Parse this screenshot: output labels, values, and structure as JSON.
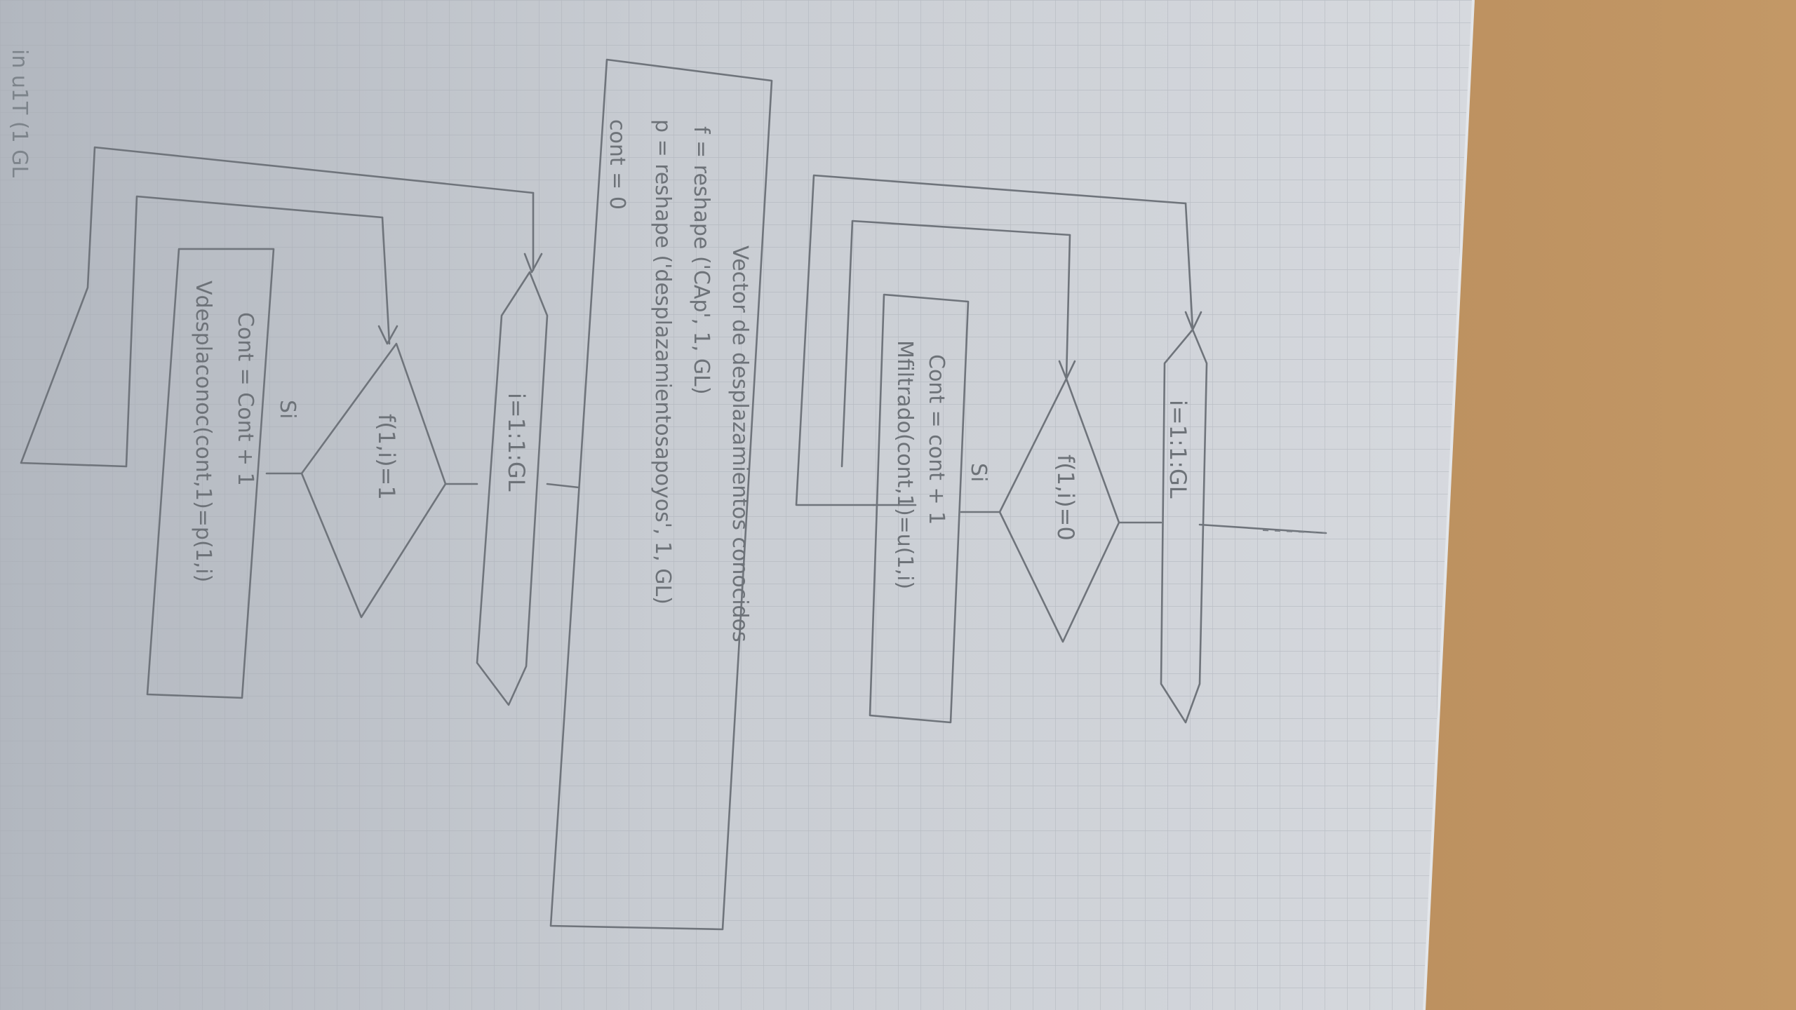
{
  "flowchart": {
    "right": {
      "loop_label": "i=1:1:GL",
      "decision_label": "f(1,i)=0",
      "branch_label": "Si",
      "process_lines": [
        "Cont = cont + 1",
        "Mfiltrado(cont,1)=u(1,i)"
      ]
    },
    "middle": {
      "process_lines": [
        "Vector de desplazamientos conocidos",
        "f = reshape ('CAp', 1, GL)",
        "p = reshape ('desplazamientosapoyos', 1, GL)",
        "cont = 0"
      ]
    },
    "left": {
      "loop_label": "i=1:1:GL",
      "decision_label": "f(1,i)=1",
      "branch_label": "Si",
      "process_lines": [
        "Cont = Cont + 1",
        "Vdesplaconoc(cont,1)=p(1,i)"
      ]
    },
    "margin_text": "in u1T (1 GL"
  },
  "colors": {
    "desk": "#b98c5c",
    "paper": "#c9ccd1",
    "grid": "#a9aeb5",
    "pencil": "#6f747b"
  }
}
